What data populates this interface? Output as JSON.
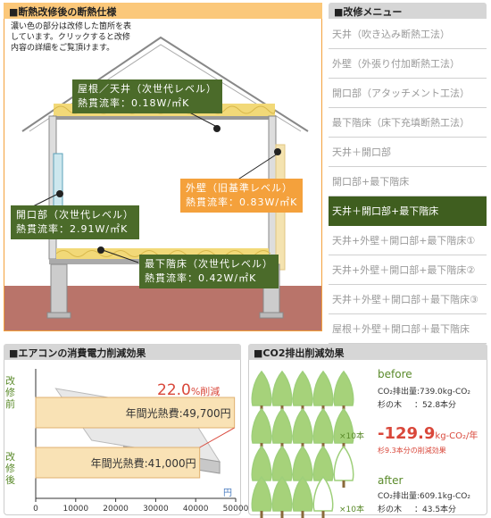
{
  "insulation_panel": {
    "title": "■断熱改修後の断熱仕様",
    "description": "濃い色の部分は改修した箇所を表しています。クリックすると改修内容の詳細をご覧頂けます。",
    "desc_lines": [
      "濃い色の部分は改修した箇所を表",
      "しています。クリックすると改修",
      "内容の詳細をご覧頂けます。"
    ],
    "labels": {
      "roof": {
        "line1": "屋根／天井（次世代レベル）",
        "line2": "熱貫流率：0.18W/㎡K"
      },
      "wall": {
        "line1": "外壁（旧基準レベル）",
        "line2": "熱貫流率：0.83W/㎡K"
      },
      "opening": {
        "line1": "開口部（次世代レベル）",
        "line2": "熱貫流率：2.91W/㎡K"
      },
      "floor": {
        "line1": "最下階床（次世代レベル）",
        "line2": "熱貫流率：0.42W/㎡K"
      }
    }
  },
  "menu": {
    "title": "■改修メニュー",
    "items": [
      {
        "label": "天井（吹き込み断熱工法）",
        "active": false
      },
      {
        "label": "外壁（外張り付加断熱工法）",
        "active": false
      },
      {
        "label": "開口部（アタッチメント工法）",
        "active": false
      },
      {
        "label": "最下階床（床下充填断熱工法）",
        "active": false
      },
      {
        "label": "天井＋開口部",
        "active": false
      },
      {
        "label": "開口部+最下階床",
        "active": false
      },
      {
        "label": "天井＋開口部+最下階床",
        "active": true
      },
      {
        "label": "天井+外壁＋開口部+最下階床①",
        "active": false
      },
      {
        "label": "天井+外壁＋開口部+最下階床②",
        "active": false
      },
      {
        "label": "天井＋外壁＋開口部＋最下階床③",
        "active": false
      },
      {
        "label": "屋根＋外壁＋開口部＋最下階床",
        "active": false
      }
    ]
  },
  "aircon_panel": {
    "title": "■エアコンの消費電力削減効果",
    "reduction_value": "22.0",
    "reduction_unit": "%削減",
    "before_label": "改修前",
    "after_label": "改修後",
    "unit": "円",
    "colors": {
      "before_fill": "#f9e2b5",
      "after_fill": "#f9e2b5",
      "reduction": "#d9473a"
    }
  },
  "chart_data": {
    "type": "bar",
    "categories": [
      "改修前",
      "改修後"
    ],
    "values": [
      49700,
      41000
    ],
    "data_labels": [
      "年間光熱費:49,700円",
      "年間光熱費:41,000円"
    ],
    "xlim": [
      0,
      50000
    ],
    "xticks": [
      "0",
      "10000",
      "20000",
      "30000",
      "40000",
      "50000"
    ],
    "xlabel": "円",
    "orientation": "horizontal"
  },
  "co2_panel": {
    "title": "■CO2排出削減効果",
    "before": {
      "heading": "before",
      "emission_label": "CO₂排出量:739.0kg-CO₂",
      "tree_label": "杉の木",
      "tree_value": "：52.8本分"
    },
    "reduction": {
      "value": "-129.9",
      "unit": "kg-CO₂/年",
      "note": "杉9.3本分の削減効果"
    },
    "after": {
      "heading": "after",
      "emission_label": "CO₂排出量:609.1kg-CO₂",
      "tree_label": "杉の木",
      "tree_value": "：43.5本分"
    },
    "tree_multiplier_top": "×10本",
    "tree_multiplier_bottom": "×10本",
    "colors": {
      "tree_full": "#a6d27a",
      "tree_outline": "#9ecf7a",
      "reduction": "#d9473a"
    }
  }
}
